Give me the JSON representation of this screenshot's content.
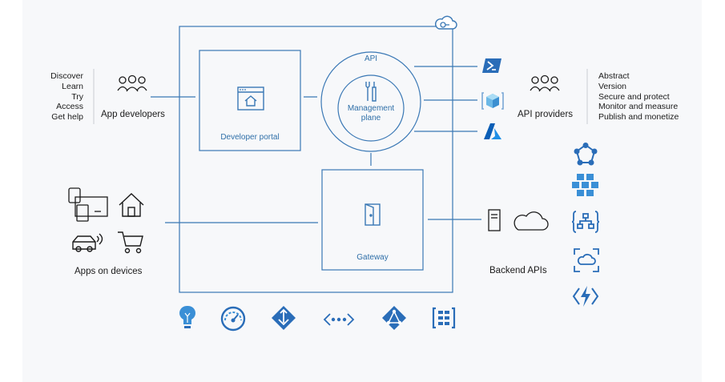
{
  "left_labels": {
    "verbs": [
      "Discover",
      "Learn",
      "Try",
      "Access",
      "Get help"
    ],
    "app_developers": "App developers",
    "apps_on_devices": "Apps on devices"
  },
  "center": {
    "developer_portal": "Developer portal",
    "api": "API",
    "management_plane": "Management\nplane",
    "gateway": "Gateway"
  },
  "right_labels": {
    "api_providers": "API providers",
    "verbs": [
      "Abstract",
      "Version",
      "Secure and protect",
      "Monitor and measure",
      "Publish and monetize"
    ],
    "backend_apis": "Backend APIs"
  },
  "colors": {
    "accent": "#2f6fa8",
    "azure_blue": "#0078d4",
    "frame": "#3a78b5"
  },
  "icons": {
    "management_tools": [
      "powershell-icon",
      "resource-manager-icon",
      "azure-icon"
    ],
    "backend_services": [
      "service-fabric-icon",
      "kubernetes-icon",
      "logic-apps-icon",
      "app-service-icon",
      "functions-icon"
    ],
    "bottom_services": [
      "app-insights-icon",
      "monitor-icon",
      "devops-icon",
      "virtual-network-icon",
      "active-directory-icon",
      "event-hubs-icon"
    ]
  }
}
